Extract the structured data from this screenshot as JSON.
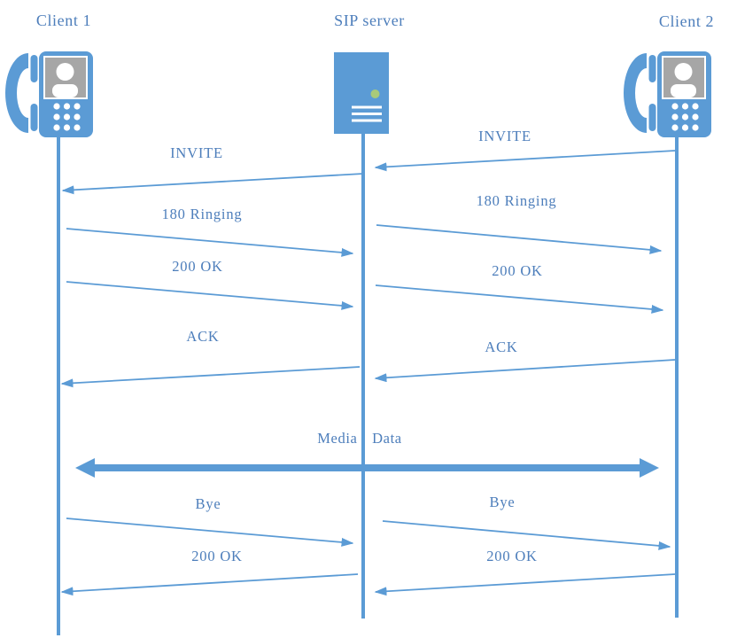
{
  "colors": {
    "accent_blue": "#5B9BD5",
    "text_blue": "#4D7EBB",
    "screen_gray": "#A6A6A6",
    "led_green": "#A9CA7A",
    "white": "#FFFFFF"
  },
  "actors": {
    "client1": {
      "label": "Client 1",
      "icon": "phone-client-icon"
    },
    "server": {
      "label": "SIP server",
      "icon": "server-icon"
    },
    "client2": {
      "label": "Client 2",
      "icon": "phone-client-icon"
    }
  },
  "messages": {
    "left": [
      {
        "label": "INVITE",
        "from": "SIP server",
        "to": "Client 1",
        "arrow_direction": "left"
      },
      {
        "label": "180 Ringing",
        "from": "Client 1",
        "to": "SIP server",
        "arrow_direction": "right"
      },
      {
        "label": "200 OK",
        "from": "Client 1",
        "to": "SIP server",
        "arrow_direction": "right"
      },
      {
        "label": "ACK",
        "from": "SIP server",
        "to": "Client 1",
        "arrow_direction": "left"
      },
      {
        "label": "Bye",
        "from": "Client 1",
        "to": "SIP server",
        "arrow_direction": "right"
      },
      {
        "label": "200 OK",
        "from": "SIP server",
        "to": "Client 1",
        "arrow_direction": "left"
      }
    ],
    "right": [
      {
        "label": "INVITE",
        "from": "Client 2",
        "to": "SIP server",
        "arrow_direction": "left"
      },
      {
        "label": "180 Ringing",
        "from": "SIP server",
        "to": "Client 2",
        "arrow_direction": "right"
      },
      {
        "label": "200 OK",
        "from": "SIP server",
        "to": "Client 2",
        "arrow_direction": "right"
      },
      {
        "label": "ACK",
        "from": "Client 2",
        "to": "SIP server",
        "arrow_direction": "left"
      },
      {
        "label": "Bye",
        "from": "SIP server",
        "to": "Client 2",
        "arrow_direction": "right"
      },
      {
        "label": "200 OK",
        "from": "Client 2",
        "to": "SIP server",
        "arrow_direction": "left"
      }
    ],
    "media": {
      "label": "Media Data",
      "arrow_direction": "bidirectional",
      "between": [
        "Client 1",
        "Client 2"
      ]
    }
  }
}
